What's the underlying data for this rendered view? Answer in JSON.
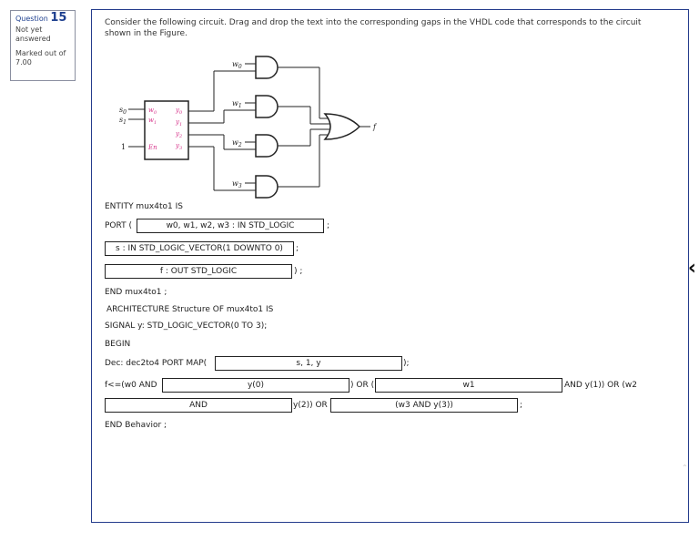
{
  "question": {
    "label": "Question",
    "number": "15",
    "status": "Not yet answered",
    "marks": "Marked out of 7.00"
  },
  "prompt": "Consider the following circuit. Drag and drop the text into the corresponding gaps in the VHDL code that corresponds to the circuit shown in the Figure.",
  "circuit": {
    "decoder_inputs": [
      "w",
      "w",
      "En"
    ],
    "decoder_outputs": [
      "y",
      "y",
      "y",
      "y"
    ],
    "select_signals": [
      "s",
      "s"
    ],
    "enable_value": "1",
    "and_inputs": [
      "w",
      "w",
      "w",
      "w"
    ],
    "output_label": "f",
    "subscripts": [
      "0",
      "1",
      "2",
      "3"
    ]
  },
  "code": {
    "entity_line": "ENTITY mux4to1 IS",
    "port_open": "PORT (",
    "gap1": "w0, w1, w2, w3 : IN STD_LOGIC",
    "semicolon1": ";",
    "gap2": "s : IN STD_LOGIC_VECTOR(1 DOWNTO 0)",
    "semicolon2": ";",
    "gap3": "f : OUT STD_LOGIC",
    "close3": ") ;",
    "end_entity": "END mux4to1 ;",
    "arch_line": "ARCHITECTURE Structure OF mux4to1 IS",
    "signal_line": "SIGNAL y: STD_LOGIC_VECTOR(0 TO 3);",
    "begin": "BEGIN",
    "dec_prefix": "Dec: dec2to4 PORT MAP(",
    "gap4": "s, 1, y",
    "dec_suffix": ");",
    "f_prefix": "f<=(w0 AND",
    "gap5": "y(0)",
    "or1": ") OR (",
    "gap6": "w1",
    "and_y1": "AND y(1)) OR (w2",
    "gap7": "AND",
    "y2_or": "y(2)) OR",
    "gap8": "(w3 AND y(3))",
    "semicolon3": ";",
    "end_behavior": "END Behavior ;"
  },
  "nav": {
    "collapse_icon": "chevron-left-icon",
    "scroll_icon": "chevron-up-icon"
  }
}
